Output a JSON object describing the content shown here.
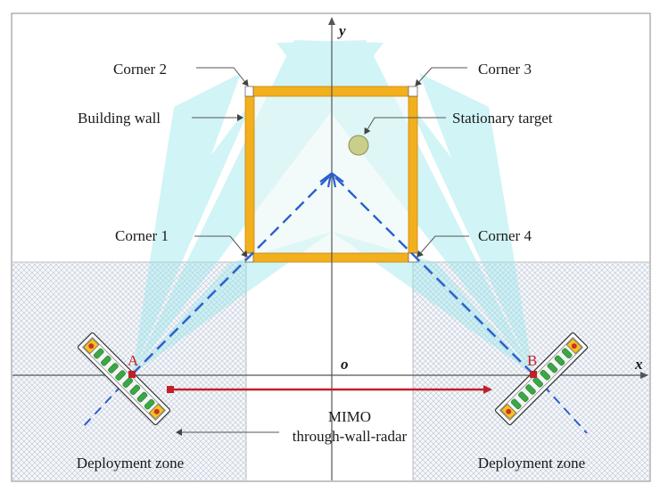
{
  "labels": {
    "corner2": "Corner 2",
    "corner3": "Corner 3",
    "corner1": "Corner 1",
    "corner4": "Corner 4",
    "building_wall": "Building wall",
    "stationary_target": "Stationary target",
    "mimo_line1": "MIMO",
    "mimo_line2": "through-wall-radar",
    "deployment_left": "Deployment zone",
    "deployment_right": "Deployment zone"
  },
  "axes": {
    "x": "x",
    "y": "y",
    "origin": "o"
  },
  "points": {
    "a": "A",
    "b": "B"
  },
  "colors": {
    "wall": "#f2b01e",
    "wall_edge": "#c8860c",
    "beam": "#9be8ec",
    "dashed": "#2a5fd0",
    "arrow": "#c0202a",
    "target": "#c9cf8a",
    "radar_green": "#3aa844",
    "radar_red": "#d0302a",
    "radar_yellow": "#f2c21e",
    "zone_hatch": "#b8c4d8"
  }
}
